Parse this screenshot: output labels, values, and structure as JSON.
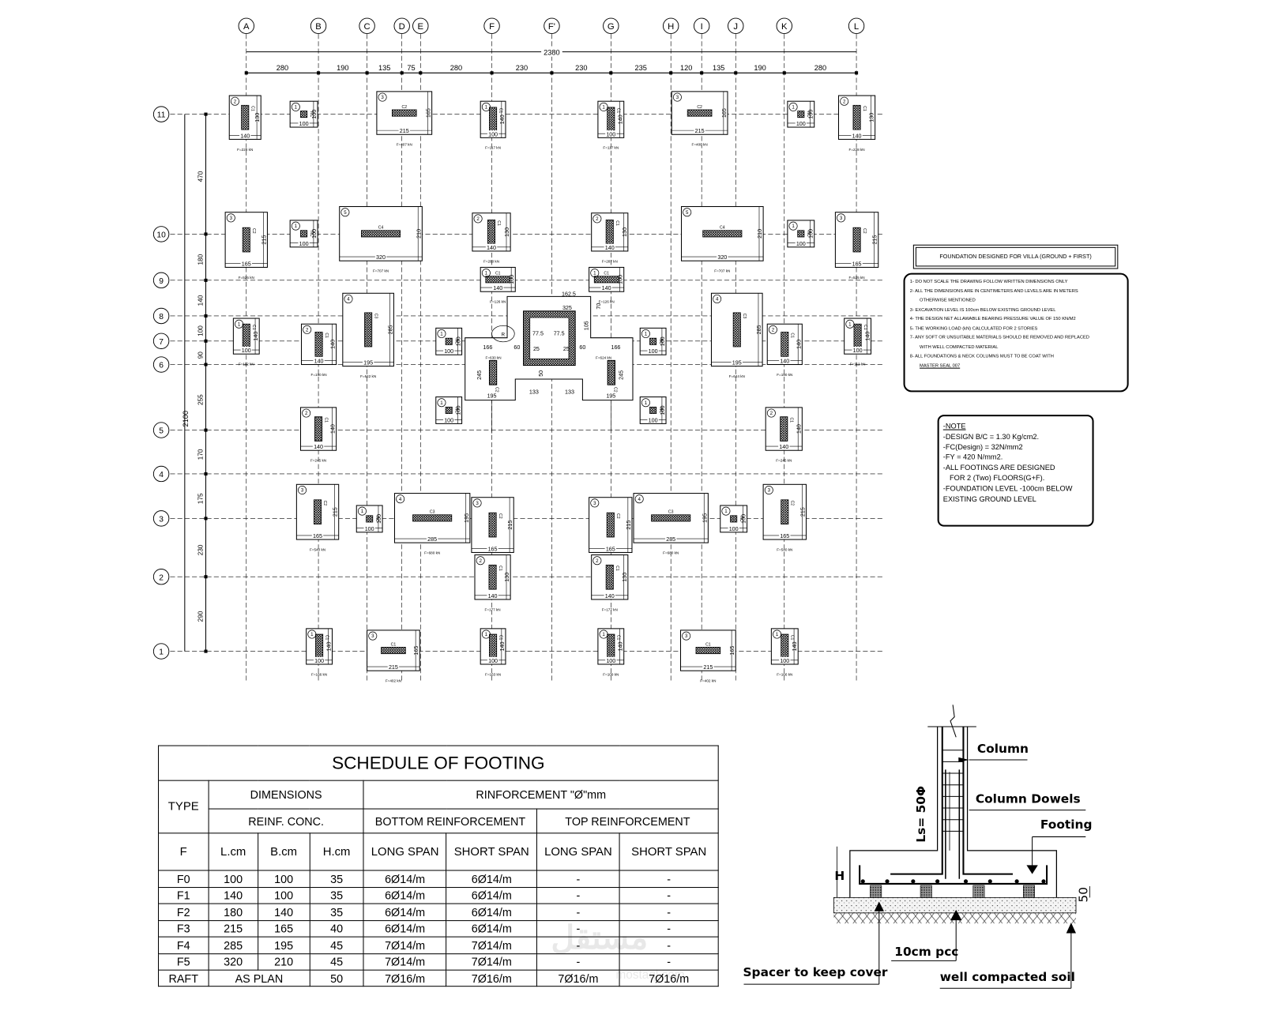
{
  "grid": {
    "columns": [
      "A",
      "B",
      "C",
      "D",
      "E",
      "F",
      "F'",
      "G",
      "H",
      "I",
      "J",
      "K",
      "L"
    ],
    "rows": [
      "11",
      "10",
      "9",
      "8",
      "7",
      "6",
      "5",
      "4",
      "3",
      "2",
      "1"
    ],
    "overall_width": "2380",
    "column_spans": [
      "280",
      "190",
      "135",
      "75",
      "280",
      "230",
      "230",
      "235",
      "120",
      "135",
      "190",
      "280"
    ],
    "overall_height": "2100",
    "row_spans": [
      "470",
      "180",
      "140",
      "100",
      "90",
      "255",
      "170",
      "175",
      "230",
      "290"
    ]
  },
  "footings": [
    {
      "mark": "2",
      "column": "C1",
      "L": "140",
      "B": "130",
      "load": "F=228 kN"
    },
    {
      "mark": "1",
      "column": "NC",
      "L": "100",
      "B": "100",
      "load": ""
    },
    {
      "mark": "3",
      "column": "C2",
      "L": "215",
      "B": "165",
      "load": "F=407 kN"
    },
    {
      "mark": "1",
      "column": "C1",
      "L": "100",
      "B": "140",
      "load": "F=117 kN"
    },
    {
      "mark": "1",
      "column": "C1",
      "L": "100",
      "B": "140",
      "load": "F=117 kN"
    },
    {
      "mark": "3",
      "column": "C2",
      "L": "215",
      "B": "165",
      "load": "F=400 kN"
    },
    {
      "mark": "1",
      "column": "NC",
      "L": "100",
      "B": "100",
      "load": ""
    },
    {
      "mark": "2",
      "column": "C1",
      "L": "140",
      "B": "130",
      "load": "F=228 kN"
    },
    {
      "mark": "3",
      "column": "C2",
      "L": "165",
      "B": "215",
      "load": "F=525 kN"
    },
    {
      "mark": "1",
      "column": "NC",
      "L": "100",
      "B": "100",
      "load": ""
    },
    {
      "mark": "5",
      "column": "C4",
      "L": "320",
      "B": "210",
      "load": "F=707 kN"
    },
    {
      "mark": "2",
      "column": "C1",
      "L": "140",
      "B": "130",
      "load": "F=280 kN"
    },
    {
      "mark": "2",
      "column": "C1",
      "L": "140",
      "B": "130",
      "load": "F=287 kN"
    },
    {
      "mark": "5",
      "column": "C4",
      "L": "320",
      "B": "210",
      "load": "F=707 kN"
    },
    {
      "mark": "1",
      "column": "NC",
      "L": "100",
      "B": "100",
      "load": ""
    },
    {
      "mark": "3",
      "column": "C2",
      "L": "165",
      "B": "215",
      "load": "F=525 kN"
    },
    {
      "mark": "1",
      "column": "C1",
      "L": "140",
      "B": "100",
      "load": "F=126 kN"
    },
    {
      "mark": "1",
      "column": "C1",
      "L": "140",
      "B": "100",
      "load": "F=126 kN"
    },
    {
      "mark": "1",
      "column": "C1",
      "L": "100",
      "B": "140",
      "load": "F=112 kN"
    },
    {
      "mark": "2",
      "column": "C1",
      "L": "140",
      "B": "140",
      "load": "F=190 kN"
    },
    {
      "mark": "4",
      "column": "C3",
      "L": "195",
      "B": "285",
      "load": "F=642 kN"
    },
    {
      "mark": "1",
      "column": "NC",
      "L": "100",
      "B": "100",
      "load": ""
    },
    {
      "mark": "1",
      "column": "NC",
      "L": "100",
      "B": "100",
      "load": ""
    },
    {
      "mark": "4",
      "column": "C3",
      "L": "195",
      "B": "285",
      "load": "F=644 kN"
    },
    {
      "mark": "2",
      "column": "C1",
      "L": "140",
      "B": "140",
      "load": "F=190 kN"
    },
    {
      "mark": "1",
      "column": "C1",
      "L": "100",
      "B": "140",
      "load": "F=112 kN"
    },
    {
      "mark": "2",
      "column": "C1",
      "L": "140",
      "B": "140",
      "load": "F=245 kN"
    },
    {
      "mark": "1",
      "column": "NC",
      "L": "100",
      "B": "100",
      "load": ""
    },
    {
      "mark": "1",
      "column": "NC",
      "L": "100",
      "B": "100",
      "load": ""
    },
    {
      "mark": "2",
      "column": "C1",
      "L": "140",
      "B": "140",
      "load": "F=245 kN"
    },
    {
      "mark": "3",
      "column": "C2",
      "L": "165",
      "B": "215",
      "load": "F=540 kN"
    },
    {
      "mark": "1",
      "column": "NC",
      "L": "100",
      "B": "100",
      "load": ""
    },
    {
      "mark": "4",
      "column": "C3",
      "L": "285",
      "B": "195",
      "load": "F=680 kN"
    },
    {
      "mark": "3",
      "column": "C2",
      "L": "165",
      "B": "215",
      "load": "F=554 kN"
    },
    {
      "mark": "3",
      "column": "C2",
      "L": "165",
      "B": "215",
      "load": "F=554 kN"
    },
    {
      "mark": "4",
      "column": "C3",
      "L": "285",
      "B": "195",
      "load": "F=680 kN"
    },
    {
      "mark": "1",
      "column": "NC",
      "L": "100",
      "B": "100",
      "load": ""
    },
    {
      "mark": "3",
      "column": "C2",
      "L": "165",
      "B": "215",
      "load": "F=540 kN"
    },
    {
      "mark": "2",
      "column": "C1",
      "L": "140",
      "B": "130",
      "load": "F=177 kN"
    },
    {
      "mark": "2",
      "column": "C1",
      "L": "140",
      "B": "130",
      "load": "F=177 kN"
    },
    {
      "mark": "1",
      "column": "C1",
      "L": "100",
      "B": "140",
      "load": "F=166 kN"
    },
    {
      "mark": "3",
      "column": "C1",
      "L": "215",
      "B": "165",
      "load": "F=402 kN"
    },
    {
      "mark": "1",
      "column": "C1",
      "L": "100",
      "B": "140",
      "load": "F=163 kN"
    },
    {
      "mark": "1",
      "column": "C1",
      "L": "100",
      "B": "140",
      "load": "F=109 kN"
    },
    {
      "mark": "3",
      "column": "C1",
      "L": "215",
      "B": "165",
      "load": "F=402 kN"
    },
    {
      "mark": "1",
      "column": "C1",
      "L": "100",
      "B": "140",
      "load": "F=166 kN"
    }
  ],
  "raft": {
    "mark": "R",
    "dims": [
      "162.5",
      "325",
      "77.5",
      "77.5",
      "166",
      "60",
      "25",
      "25",
      "60",
      "166",
      "245",
      "245",
      "195",
      "195",
      "133",
      "133",
      "50",
      "105",
      "70"
    ],
    "loads": [
      "F=630 kN",
      "F=624 kN"
    ],
    "column_label": "C2"
  },
  "title_box": "FOUNDATION DESIGNED FOR VILLA (GROUND + FIRST)",
  "notes": [
    "1- DO NOT SCALE THE DRAWING FOLLOW WRITTEN DIMENSIONS ONLY",
    "2- ALL THE DIMENSIONS ARE IN CENTIMETERS AND LEVELS ARE IN METERS",
    "OTHERWISE MENTIONED",
    "3- EXCAVATION LEVEL IS 100cm BELOW EXISTING GROUND LEVEL",
    "4- THE DESIGN NET ALLAWABLE BEARING PRESSURE VALUE OF 150 KN/M2",
    "5- THE WORKING LOAD (kN) CALCULATED FOR 2 STORIES",
    "7- ANY SOFT OR UNSUITABLE MATERIALS SHOULD BE REMOVED AND REPLACED",
    "WITH WELL COMPACTED MATERIAL",
    "8- ALL FOUNDATIONS & NECK COLUMNS MUST TO BE COAT WITH",
    "MASTER SEAL 007"
  ],
  "note": {
    "heading": "-NOTE",
    "lines": [
      "-DESIGN B/C = 1.30 Kg/cm2.",
      "-FC(Design) = 32N/mm2",
      "-FY = 420 N/mm2.",
      "-ALL FOOTINGS ARE DESIGNED",
      "FOR 2 (Two) FLOORS(G+F).",
      "-FOUNDATION LEVEL -100cm BELOW",
      "EXISTING GROUND LEVEL"
    ]
  },
  "schedule": {
    "title": "SCHEDULE OF FOOTING",
    "type_header": "TYPE",
    "dimensions_header": "DIMENSIONS",
    "reinf_conc": "REINF. CONC.",
    "reinforcement_header": "RINFORCEMENT \"Ø\"mm",
    "bottom_header": "BOTTOM REINFORCEMENT",
    "top_header": "TOP REINFORCEMENT",
    "sub_headers": [
      "F",
      "L.cm",
      "B.cm",
      "H.cm",
      "LONG SPAN",
      "SHORT SPAN",
      "LONG SPAN",
      "SHORT SPAN"
    ],
    "rows": [
      [
        "F0",
        "100",
        "100",
        "35",
        "6Ø14/m",
        "6Ø14/m",
        "-",
        "-"
      ],
      [
        "F1",
        "140",
        "100",
        "35",
        "6Ø14/m",
        "6Ø14/m",
        "-",
        "-"
      ],
      [
        "F2",
        "180",
        "140",
        "35",
        "6Ø14/m",
        "6Ø14/m",
        "-",
        "-"
      ],
      [
        "F3",
        "215",
        "165",
        "40",
        "6Ø14/m",
        "6Ø14/m",
        "-",
        "-"
      ],
      [
        "F4",
        "285",
        "195",
        "45",
        "7Ø14/m",
        "7Ø14/m",
        "-",
        "-"
      ],
      [
        "F5",
        "320",
        "210",
        "45",
        "7Ø14/m",
        "7Ø14/m",
        "-",
        "-"
      ]
    ],
    "raft_row": [
      "RAFT",
      "AS PLAN",
      "50",
      "7Ø16/m",
      "7Ø16/m",
      "7Ø16/m",
      "7Ø16/m"
    ]
  },
  "section": {
    "column": "Column",
    "dowels": "Column Dowels",
    "footing": "Footing",
    "lap": "Ls= 50Φ",
    "h": "H",
    "cover": "50",
    "pcc": "10cm pcc",
    "spacer": "Spacer to keep cover",
    "soil": "well compacted soil"
  },
  "watermark": {
    "arabic": "مستقل",
    "latin": "mostaql.com"
  }
}
